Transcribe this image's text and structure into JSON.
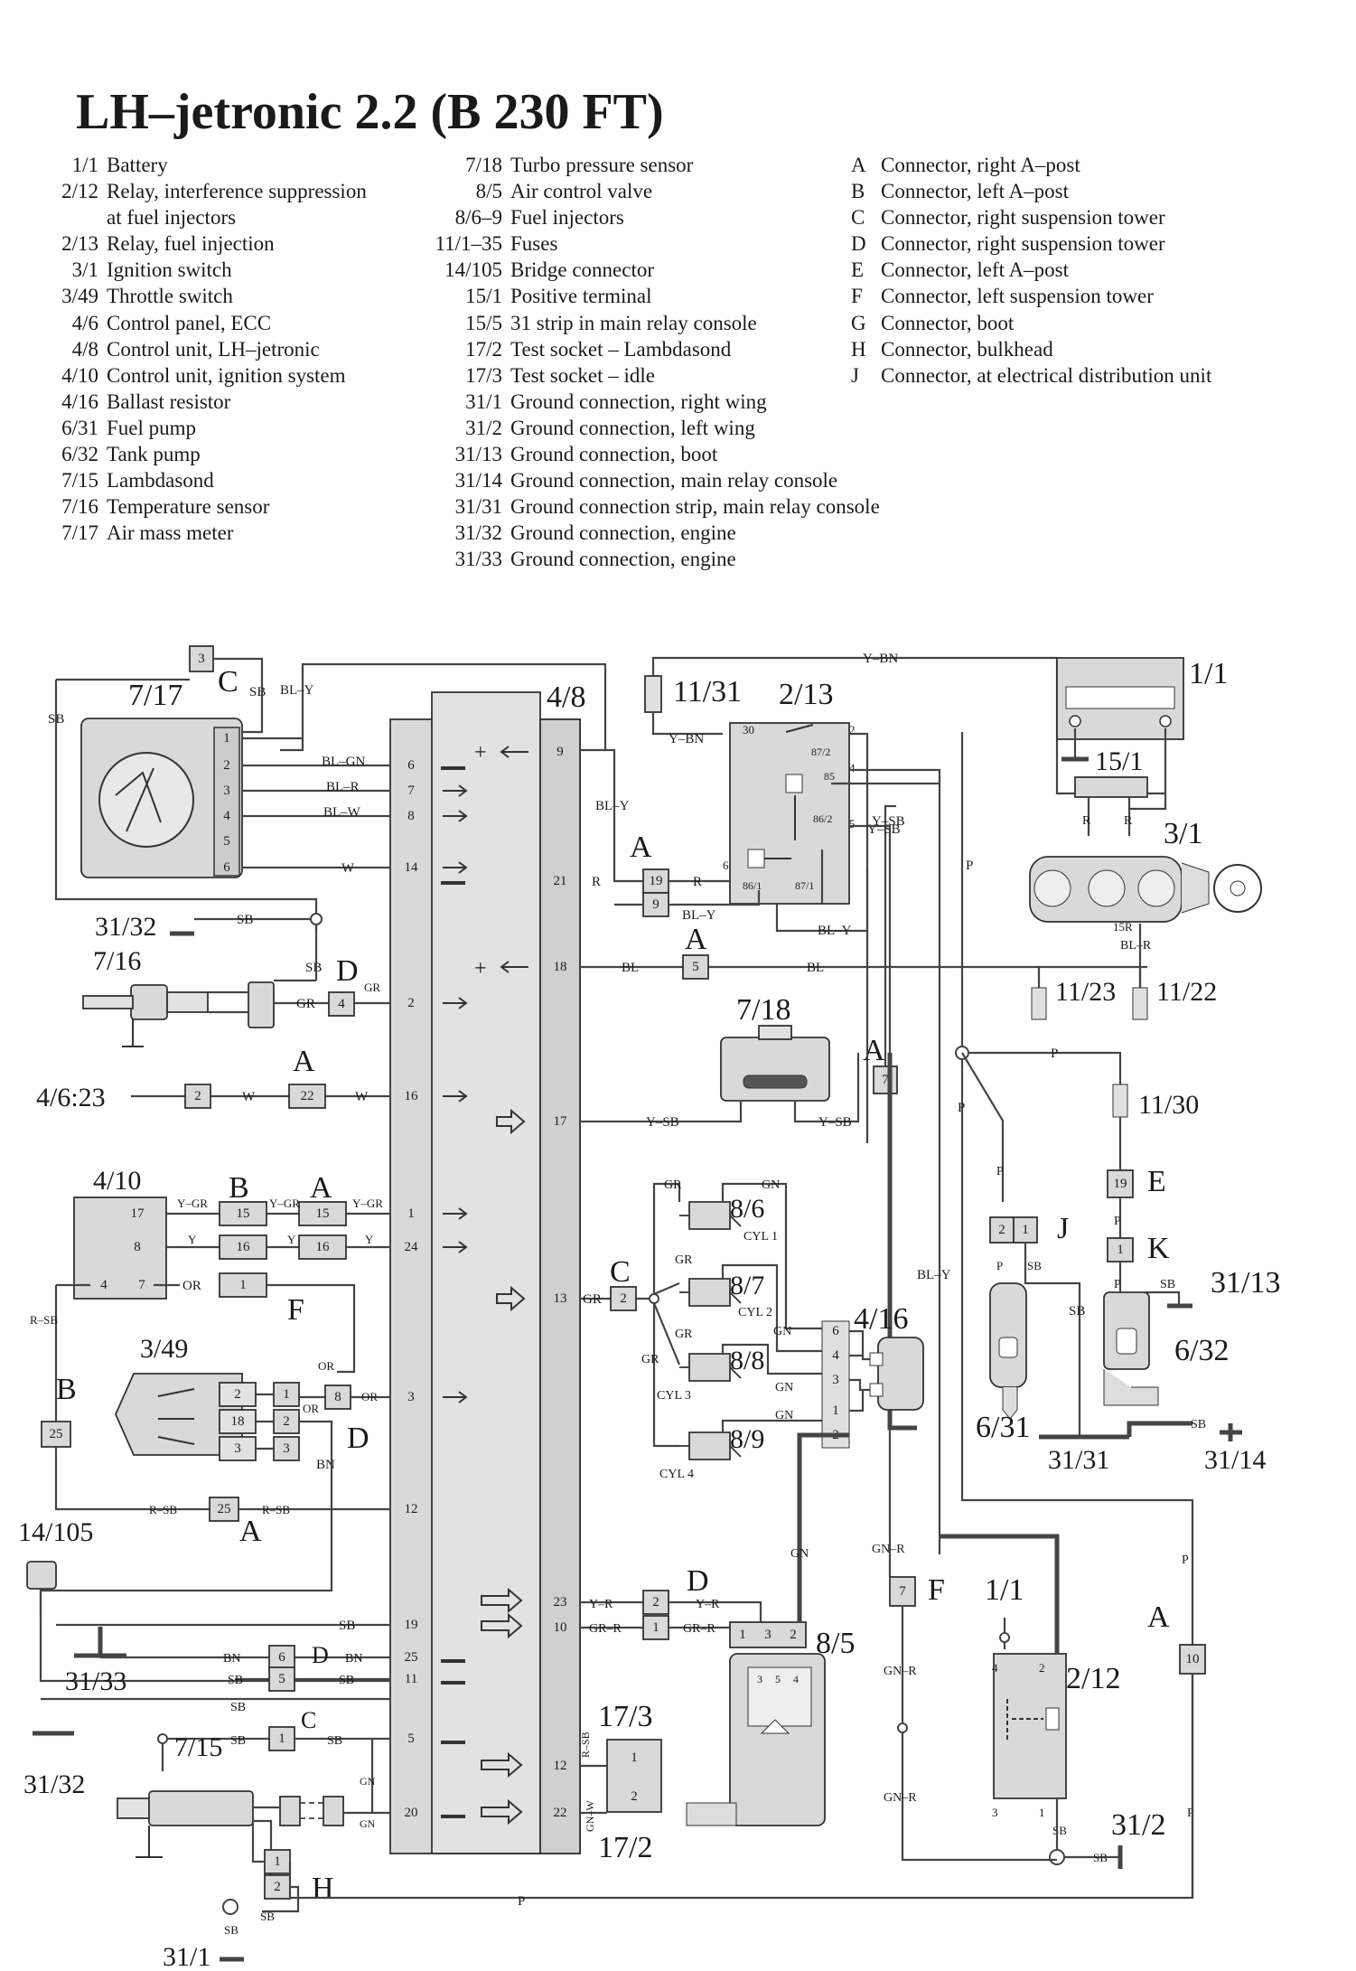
{
  "title": "LH–jetronic 2.2 (B 230 FT)",
  "legend_col1": [
    {
      "code": "1/1",
      "label": "Battery"
    },
    {
      "code": "2/12",
      "label": "Relay, interference suppression"
    },
    {
      "code": "",
      "label": "at fuel injectors"
    },
    {
      "code": "2/13",
      "label": "Relay, fuel injection"
    },
    {
      "code": "3/1",
      "label": "Ignition switch"
    },
    {
      "code": "3/49",
      "label": "Throttle switch"
    },
    {
      "code": "4/6",
      "label": "Control panel, ECC"
    },
    {
      "code": "4/8",
      "label": "Control unit, LH–jetronic"
    },
    {
      "code": "4/10",
      "label": "Control unit, ignition system"
    },
    {
      "code": "4/16",
      "label": "Ballast resistor"
    },
    {
      "code": "6/31",
      "label": "Fuel pump"
    },
    {
      "code": "6/32",
      "label": "Tank pump"
    },
    {
      "code": "7/15",
      "label": "Lambdasond"
    },
    {
      "code": "7/16",
      "label": "Temperature sensor"
    },
    {
      "code": "7/17",
      "label": "Air mass meter"
    }
  ],
  "legend_col2": [
    {
      "code": "7/18",
      "label": "Turbo pressure sensor"
    },
    {
      "code": "8/5",
      "label": "Air control valve"
    },
    {
      "code": "8/6–9",
      "label": "Fuel injectors"
    },
    {
      "code": "11/1–35",
      "label": "Fuses"
    },
    {
      "code": "14/105",
      "label": "Bridge connector"
    },
    {
      "code": "15/1",
      "label": "Positive terminal"
    },
    {
      "code": "15/5",
      "label": "31 strip in main relay console"
    },
    {
      "code": "17/2",
      "label": "Test socket – Lambdasond"
    },
    {
      "code": "17/3",
      "label": "Test socket – idle"
    },
    {
      "code": "31/1",
      "label": "Ground connection, right wing"
    },
    {
      "code": "31/2",
      "label": "Ground connection, left wing"
    },
    {
      "code": "31/13",
      "label": "Ground connection, boot"
    },
    {
      "code": "31/14",
      "label": "Ground connection, main relay console"
    },
    {
      "code": "31/31",
      "label": "Ground connection strip, main relay console"
    },
    {
      "code": "31/32",
      "label": "Ground connection, engine"
    },
    {
      "code": "31/33",
      "label": "Ground connection, engine"
    }
  ],
  "legend_col3": [
    {
      "code": "A",
      "label": "Connector, right A–post"
    },
    {
      "code": "B",
      "label": "Connector, left A–post"
    },
    {
      "code": "C",
      "label": "Connector, right suspension tower"
    },
    {
      "code": "D",
      "label": "Connector, right suspension tower"
    },
    {
      "code": "E",
      "label": "Connector, left A–post"
    },
    {
      "code": "F",
      "label": "Connector, left suspension tower"
    },
    {
      "code": "G",
      "label": "Connector, boot"
    },
    {
      "code": "H",
      "label": "Connector, bulkhead"
    },
    {
      "code": "J",
      "label": "Connector, at electrical distribution unit"
    }
  ],
  "components": {
    "c717": "7/17",
    "c48": "4/8",
    "c1131": "11/31",
    "c213": "2/13",
    "c11": "1/1",
    "c151": "15/1",
    "c31": "3/1",
    "c3132a": "31/32",
    "c716": "7/16",
    "c718": "7/18",
    "c1123": "11/23",
    "c1122": "11/22",
    "c1130": "11/30",
    "c46": "4/6:23",
    "c410": "4/10",
    "c86": "8/6",
    "c87": "8/7",
    "c88": "8/8",
    "c89": "8/9",
    "c416": "4/16",
    "c349": "3/49",
    "c631": "6/31",
    "c632": "6/32",
    "c3113": "31/13",
    "c3131": "31/31",
    "c3114": "31/14",
    "c14105": "14/105",
    "c3133": "31/33",
    "c3132b": "31/32",
    "c715": "7/15",
    "c173": "17/3",
    "c172": "17/2",
    "c85": "8/5",
    "c11b": "1/1",
    "c212": "2/12",
    "c312": "31/2",
    "c311": "31/1",
    "cyl1": "CYL 1",
    "cyl2": "CYL 2",
    "cyl3": "CYL 3",
    "cyl4": "CYL 4",
    "r15r": "15R"
  },
  "connectors": {
    "A": "A",
    "B": "B",
    "C": "C",
    "D": "D",
    "E": "E",
    "F": "F",
    "H": "H",
    "J": "J",
    "K": "K"
  },
  "wires": {
    "sb": "SB",
    "bly": "BL–Y",
    "blgn": "BL–GN",
    "blr": "BL–R",
    "blw": "BL–W",
    "w": "W",
    "ybn": "Y–BN",
    "r": "R",
    "ysb": "Y–SB",
    "gr": "GR",
    "bl": "BL",
    "p": "P",
    "ygr": "Y–GR",
    "y": "Y",
    "or": "OR",
    "rsb": "R–SB",
    "gn": "GN",
    "bn": "BN",
    "gnr": "GN–R",
    "yr": "Y–R",
    "grr": "GR–R",
    "gnw": "GN–W"
  },
  "pins": {
    "p1": "1",
    "p2": "2",
    "p3": "3",
    "p4": "4",
    "p5": "5",
    "p6": "6",
    "p7": "7",
    "p8": "8",
    "p9": "9",
    "p10": "10",
    "p11": "11",
    "p12": "12",
    "p13": "13",
    "p14": "14",
    "p15": "15",
    "p16": "16",
    "p17": "17",
    "p18": "18",
    "p19": "19",
    "p20": "20",
    "p21": "21",
    "p22": "22",
    "p23": "23",
    "p24": "24",
    "p25": "25",
    "p30": "30",
    "p85": "85",
    "p872": "87/2",
    "p862": "86/2",
    "p861": "86/1",
    "p871": "87/1"
  }
}
